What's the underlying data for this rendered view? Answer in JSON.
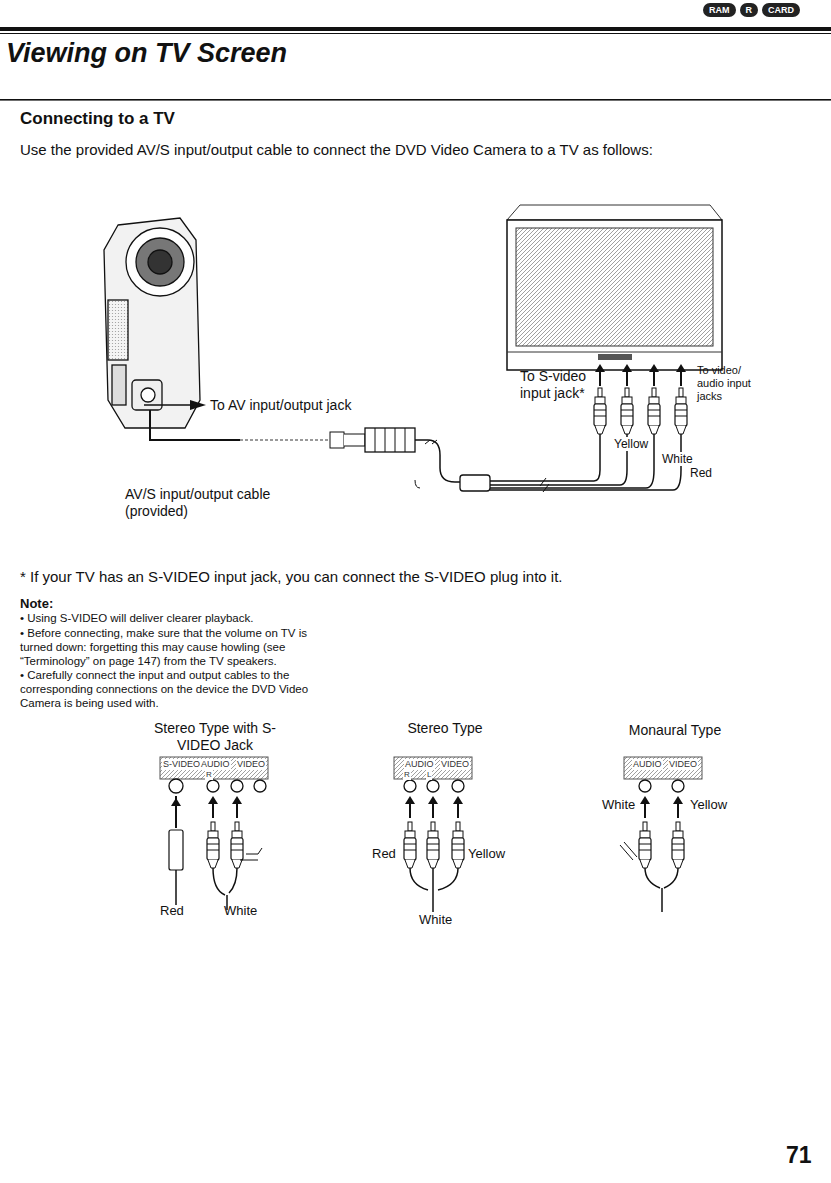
{
  "diagram": {
    "title": "Viewing on TV Screen",
    "nodes": [
      {
        "text": [
          "RAM"
        ]
      },
      {
        "text": [
          "R"
        ]
      },
      {
        "text": [
          "CARD"
        ]
      }
    ],
    "labels": [
      "Connecting to a TV",
      "Use the provided AV/S input/output cable to connect the DVD Video Camera to a TV as follows:",
      "To AV input/output jack",
      "To S-video input jack*",
      "To video/ audio input jacks",
      "Yellow",
      "White",
      "Red",
      "AV/S input/output cable (provided)",
      "* If your TV has an S-VIDEO input jack, you can connect the S-VIDEO plug into it.",
      "Note:",
      "• Using S-VIDEO will deliver clearer playback.",
      "• Before connecting, make sure that the volume on TV is turned down: forgetting this may cause howling (see “Terminology” on page 147) from the TV speakers.",
      "• Carefully connect the input and output cables to the corresponding connections on the device the DVD Video Camera is being used with.",
      "Stereo Type with S-VIDEO Jack",
      "Stereo Type",
      "Monaural Type",
      "S-VIDEO",
      "AUDIO",
      "VIDEO",
      "R",
      "Red",
      "White",
      "AUDIO",
      "VIDEO",
      "R",
      "L",
      "Red",
      "Yellow",
      "White",
      "AUDIO",
      "VIDEO",
      "White",
      "Yellow",
      "71"
    ]
  }
}
